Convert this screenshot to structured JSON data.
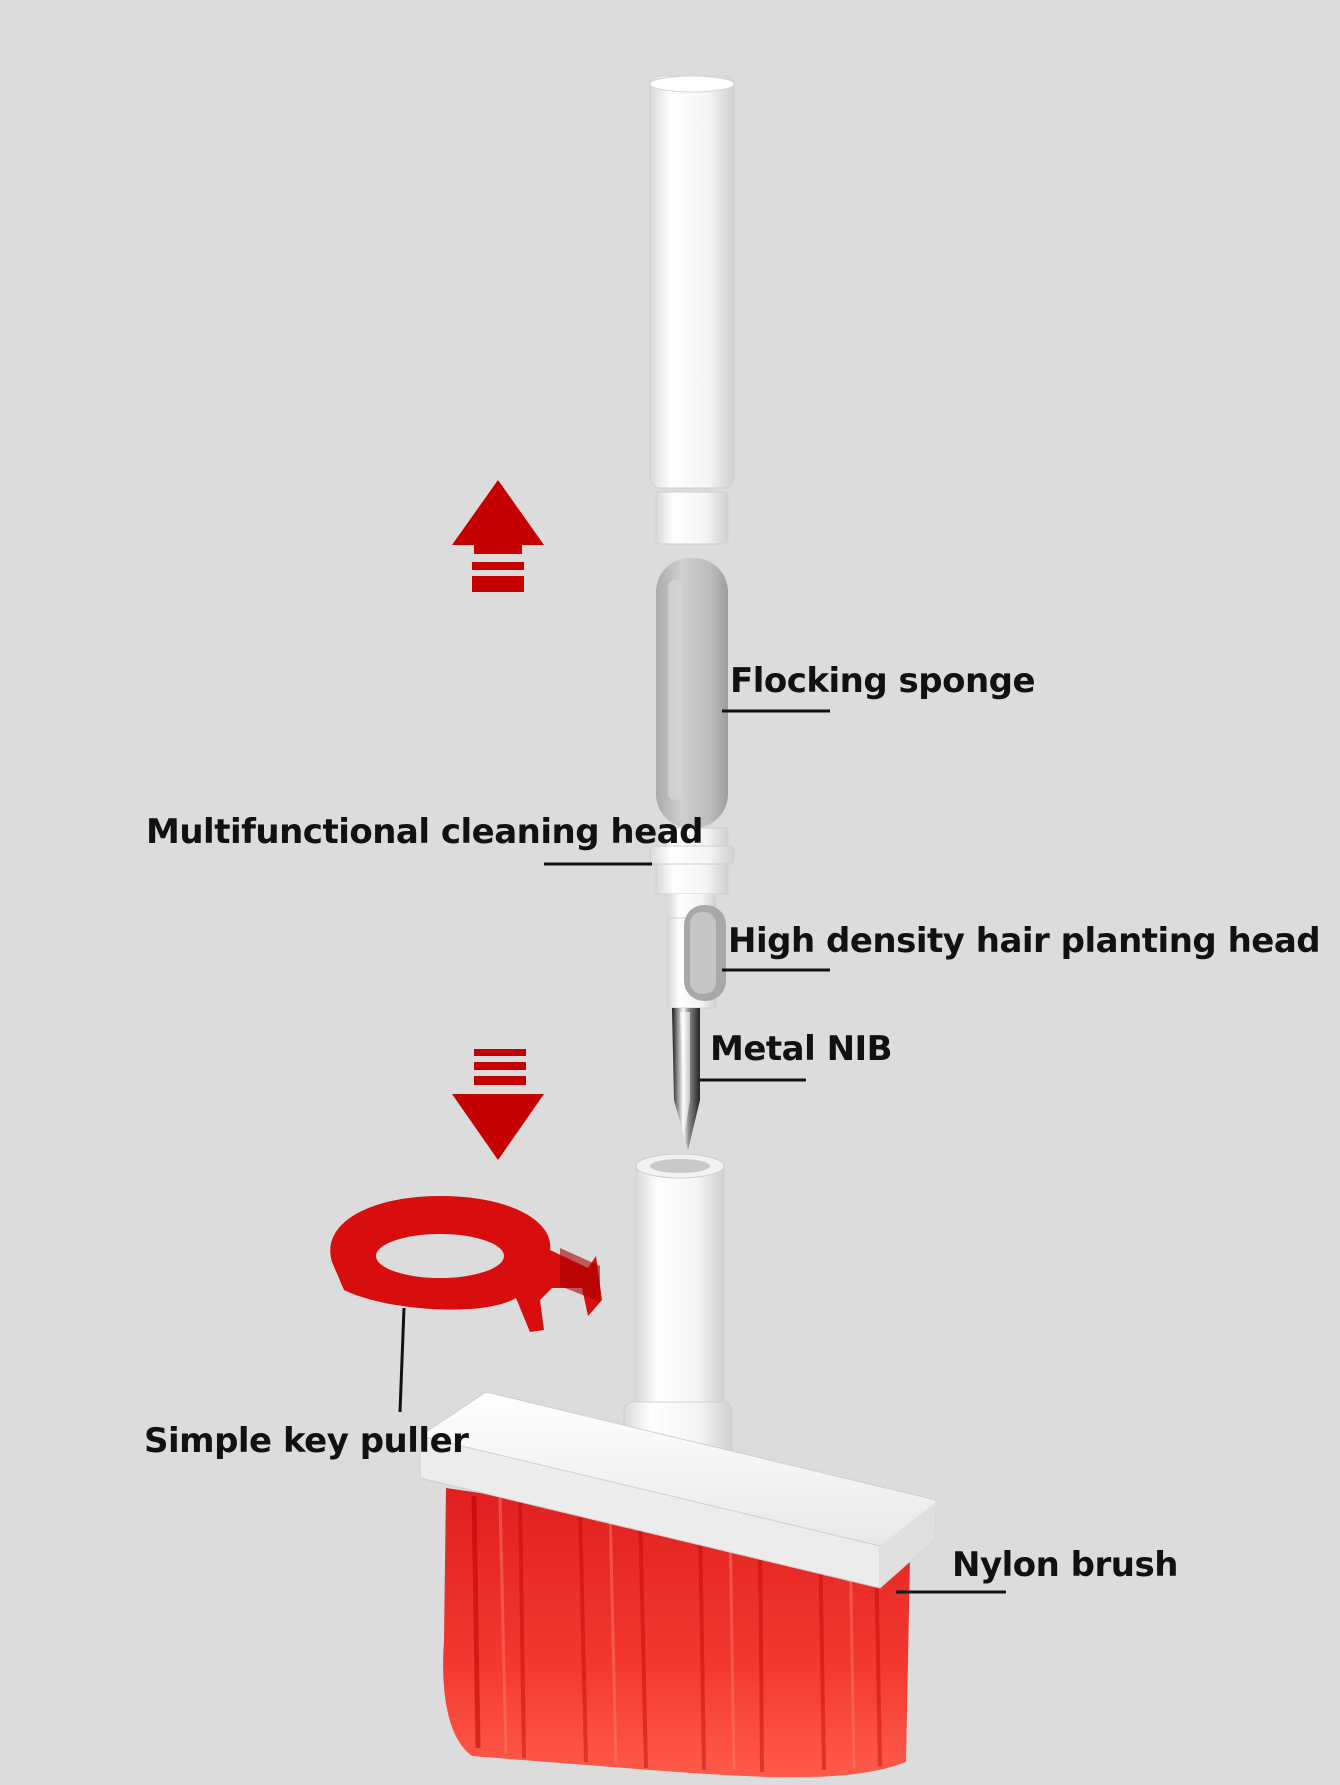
{
  "labels": {
    "flocking_sponge": "Flocking sponge",
    "cleaning_head": "Multifunctional cleaning head",
    "hair_planting_head": "High density hair planting head",
    "metal_nib": "Metal NIB",
    "key_puller": "Simple key puller",
    "nylon_brush": "Nylon brush"
  },
  "colors": {
    "background": "#dcdcdc",
    "accent_red": "#d40f0f",
    "arrow_red": "#c40000",
    "plastic_white": "#f7f7f7",
    "sponge_grey": "#b9b9b9",
    "label_text": "#111111"
  },
  "icons": {
    "up_arrow": "arrow-up-icon",
    "down_arrow": "arrow-down-icon"
  }
}
